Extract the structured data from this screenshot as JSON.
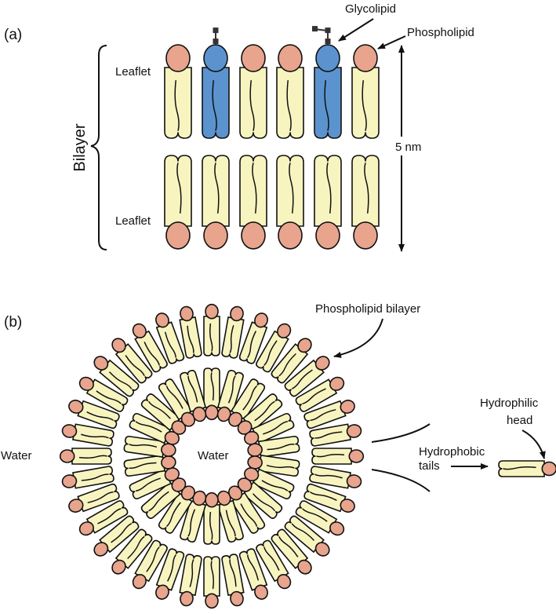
{
  "panel_a": {
    "tag": "(a)",
    "bilayer_label": "Bilayer",
    "leaflet_top": "Leaflet",
    "leaflet_bottom": "Leaflet",
    "glycolipid_label": "Glycolipid",
    "phospholipid_label": "Phospholipid",
    "thickness_label": "5 nm",
    "top_leaflet_lipids": [
      "phospholipid",
      "glycolipid",
      "phospholipid",
      "phospholipid",
      "glycolipid",
      "phospholipid"
    ],
    "bottom_leaflet_lipids": [
      "phospholipid",
      "phospholipid",
      "phospholipid",
      "phospholipid",
      "phospholipid",
      "phospholipid"
    ]
  },
  "panel_b": {
    "tag": "(b)",
    "bilayer_label": "Phospholipid bilayer",
    "water_outside": "Water",
    "water_inside": "Water",
    "hydrophilic_label_1": "Hydrophilic",
    "hydrophilic_label_2": "head",
    "hydrophobic_label_1": "Hydrophobic",
    "hydrophobic_label_2": "tails",
    "outer_ring_count": 36,
    "inner_ring_count": 22
  },
  "colors": {
    "head": "#e8a48d",
    "tail_phospholipid": "#f8f4c0",
    "tail_glycolipid": "#5b93cf",
    "outline": "#111111",
    "sugar": "#333333"
  }
}
